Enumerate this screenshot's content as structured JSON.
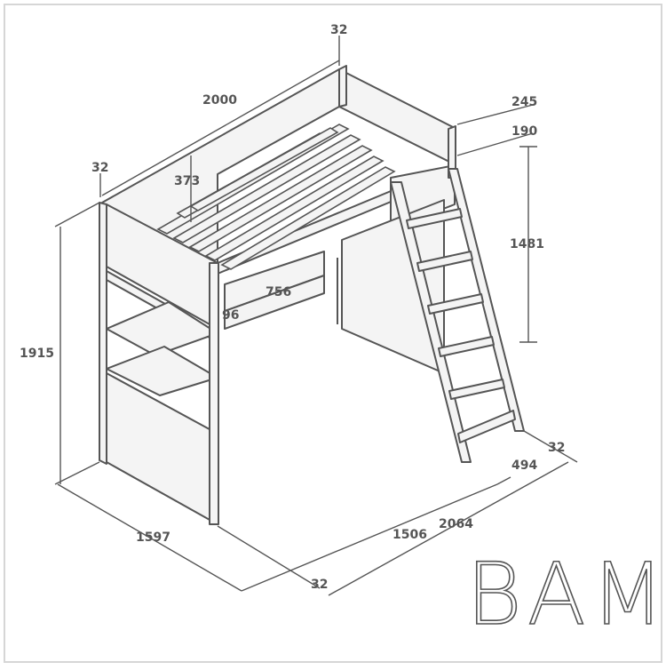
{
  "brand": "BAMI",
  "colors": {
    "line": "#555555",
    "panel": "#f4f4f4",
    "border": "#d8d8d8"
  },
  "dimensions": {
    "post_top": "32",
    "length_top": "2000",
    "post_left": "32",
    "rail_height": "373",
    "guard_end": "245",
    "guard_side": "190",
    "clearance": "1481",
    "drawer_width": "756",
    "drawer_height": "96",
    "total_height": "1915",
    "width": "1597",
    "length_inner": "1506",
    "length_total": "2064",
    "post_bottom": "32",
    "ladder_depth": "494",
    "ladder_post": "32"
  }
}
